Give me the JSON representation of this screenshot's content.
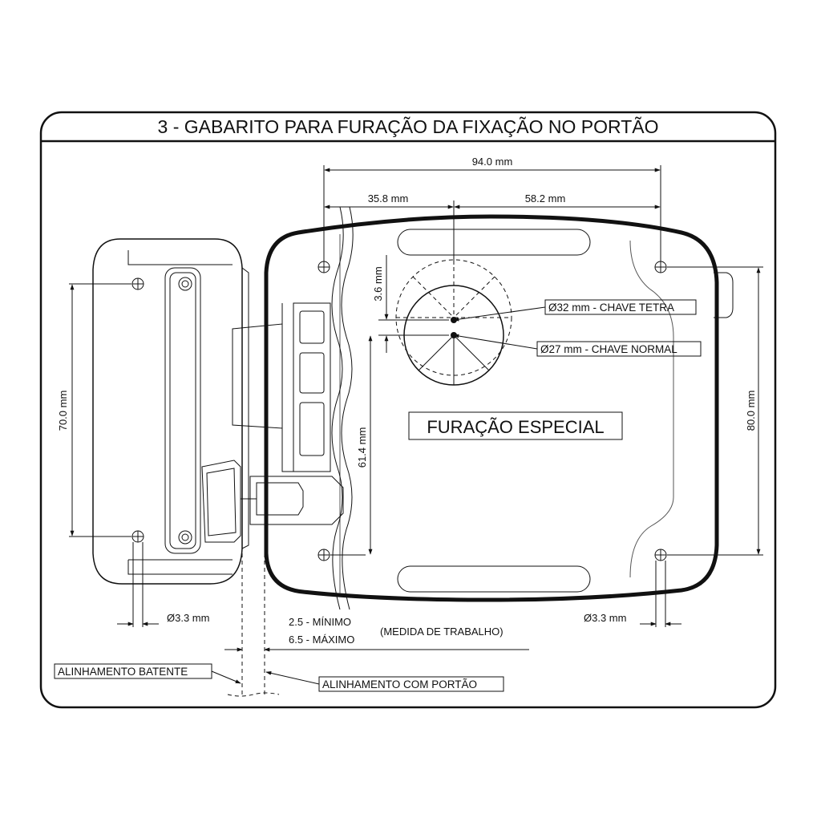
{
  "title": "3 - GABARITO PARA FURAÇÃO DA FIXAÇÃO NO PORTÃO",
  "dimensions": {
    "overall_width": "94.0 mm",
    "left_offset": "35.8 mm",
    "right_offset": "58.2 mm",
    "top_offset": "3.6 mm",
    "center_height": "61.4 mm",
    "height_left": "70.0 mm",
    "height_right": "80.0 mm",
    "hole_left": "Ø3.3 mm",
    "hole_right": "Ø3.3 mm"
  },
  "callouts": {
    "key_tetra": "Ø32 mm - CHAVE TETRA",
    "key_normal": "Ø27 mm - CHAVE NORMAL",
    "special_drilling": "FURAÇÃO ESPECIAL",
    "minimum": "2.5 - MÍNIMO",
    "maximum": "6.5 - MÁXIMO",
    "working_measure": "(MEDIDA DE TRABALHO)",
    "strike_alignment": "ALINHAMENTO BATENTE",
    "gate_alignment": "ALINHAMENTO COM PORTÃO"
  }
}
